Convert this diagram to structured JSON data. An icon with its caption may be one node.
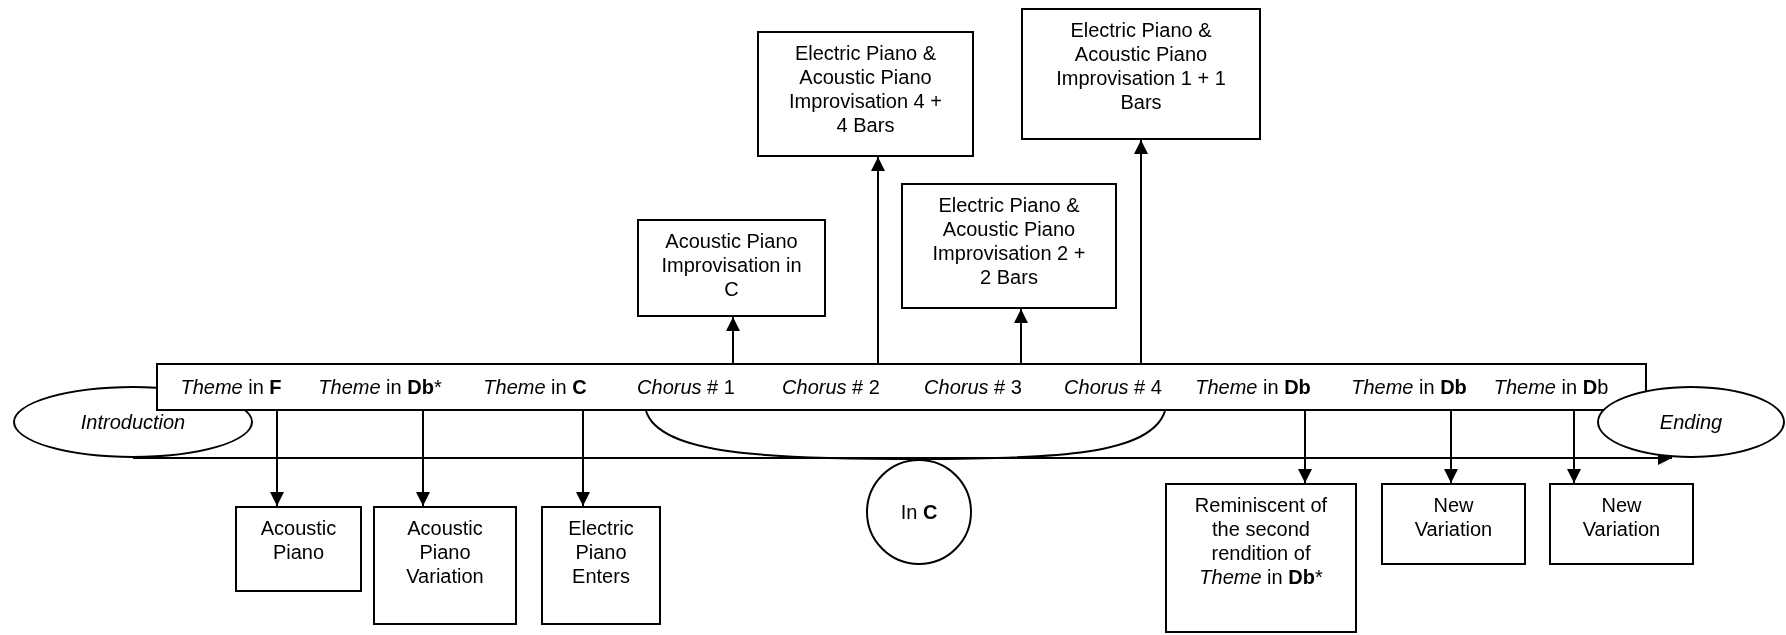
{
  "diagram": {
    "nodes": [
      {
        "text": [
          "Electric Piano & Acoustic Piano Improvisation 4 + 4 Bars"
        ]
      },
      {
        "text": [
          "Electric Piano & Acoustic Piano Improvisation 1 + 1 Bars"
        ]
      },
      {
        "text": [
          "Acoustic Piano Improvisation in C"
        ]
      },
      {
        "text": [
          "Electric Piano & Acoustic Piano Improvisation 2 + 2 Bars"
        ]
      },
      {
        "text": [],
        "shape": "box"
      },
      {
        "text": [
          "*Theme* in **F**"
        ],
        "in": 4
      },
      {
        "text": [
          "*Theme* in **Db***"
        ],
        "in": 4
      },
      {
        "text": [
          "*Theme* in **C**"
        ],
        "in": 4
      },
      {
        "text": [
          "*Chorus* # 1"
        ],
        "in": 4
      },
      {
        "text": [
          "*Chorus* # 2"
        ],
        "in": 4
      },
      {
        "text": [
          "*Chorus* # 3"
        ],
        "in": 4
      },
      {
        "text": [
          "*Chorus* # 4"
        ],
        "in": 4
      },
      {
        "text": [
          "*Theme* in **Db**"
        ],
        "in": 4
      },
      {
        "text": [
          "*Theme* in **Db**"
        ],
        "in": 4
      },
      {
        "text": [
          "*Theme* in **D**b"
        ],
        "in": 4
      },
      {
        "text": [
          "Introduction"
        ]
      },
      {
        "text": [
          "Ending"
        ]
      },
      {
        "text": [
          "Acoustic Piano"
        ]
      },
      {
        "text": [
          "Acoustic Piano Variation"
        ]
      },
      {
        "text": [
          "Electric Piano Enters"
        ]
      },
      {
        "text": [
          "In **C**"
        ]
      },
      {
        "text": [
          "Reminiscent of the second rendition of *Theme* in **Db***"
        ]
      },
      {
        "text": [
          "New Variation"
        ]
      },
      {
        "text": [
          "New Variation"
        ]
      }
    ],
    "edges": [
      {
        "from": 5,
        "to": 17,
        "arrow": "to"
      },
      {
        "from": 6,
        "to": 18,
        "arrow": "to"
      },
      {
        "from": 7,
        "to": 19,
        "arrow": "to"
      },
      {
        "from": 8,
        "to": 2,
        "arrow": "to"
      },
      {
        "from": 9,
        "to": 0,
        "arrow": "to"
      },
      {
        "from": 10,
        "to": 3,
        "arrow": "to"
      },
      {
        "from": 11,
        "to": 1,
        "arrow": "to"
      },
      {
        "from": 12,
        "to": 21,
        "arrow": "to"
      },
      {
        "from": 13,
        "to": 22,
        "arrow": "to"
      },
      {
        "from": 14,
        "to": 23,
        "arrow": "to"
      },
      {
        "from": 15,
        "to": 16,
        "arrow": "to"
      },
      {
        "from": 8,
        "to": 20,
        "arrow": "none"
      },
      {
        "from": 11,
        "to": 20,
        "arrow": "none"
      }
    ]
  }
}
